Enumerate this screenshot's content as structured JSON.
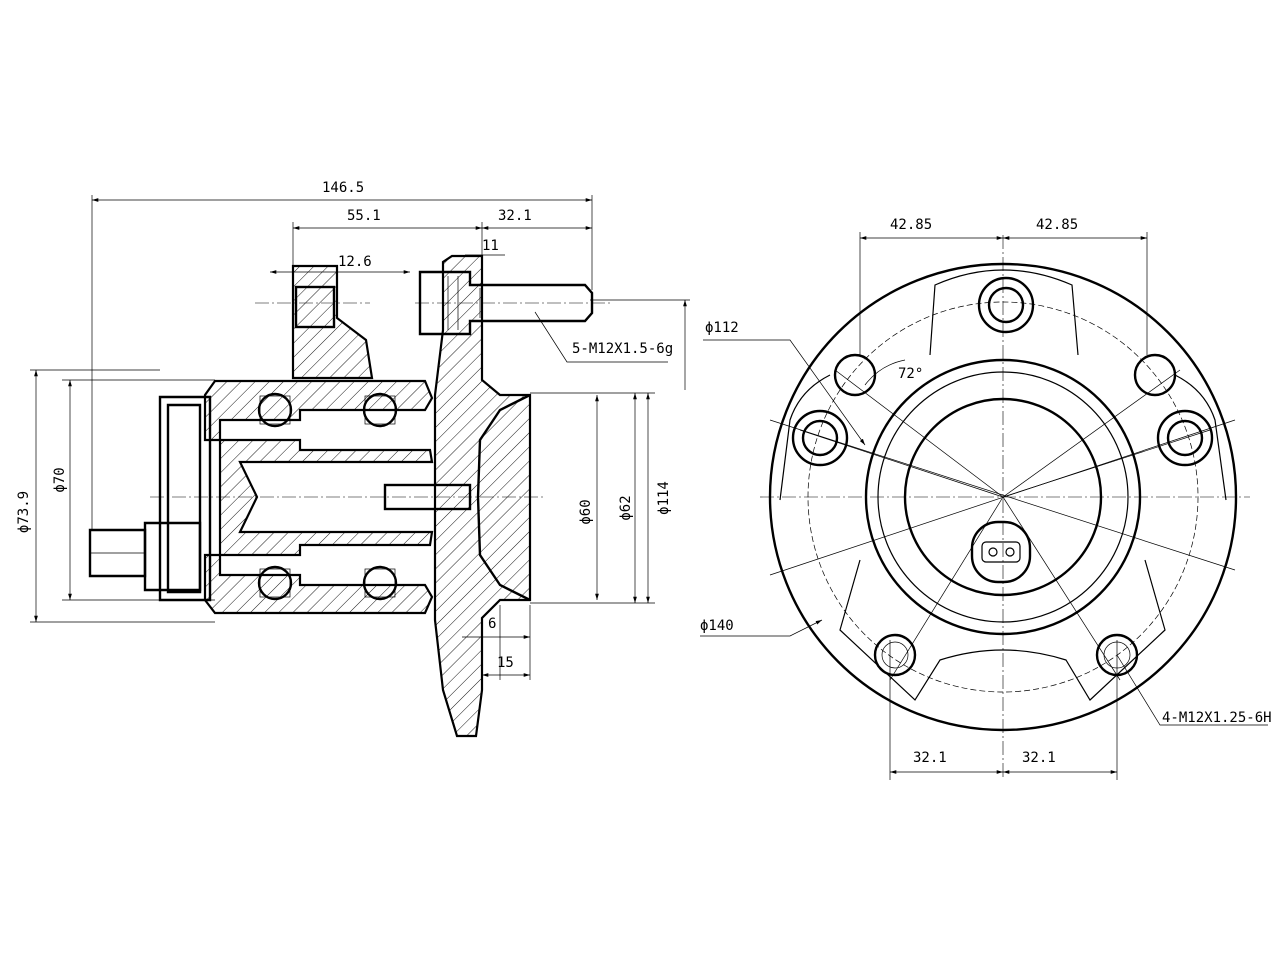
{
  "side_view": {
    "dims": {
      "overall_length": "146.5",
      "hub_to_flange": "55.1",
      "flange_to_stud": "32.1",
      "flange_thickness": "11",
      "mount_width": "12.6",
      "stud_spec": "5-M12X1.5-6g",
      "dia_112": "ϕ112",
      "dia_114": "ϕ114",
      "dia_62": "ϕ62",
      "dia_60": "ϕ60",
      "dia_70": "ϕ70",
      "dia_73_9": "ϕ73.9",
      "offset_6": "6",
      "offset_15": "15"
    }
  },
  "front_view": {
    "dims": {
      "left_top": "42.85",
      "right_top": "42.85",
      "left_bottom": "32.1",
      "right_bottom": "32.1",
      "pcd": "ϕ140",
      "angle": "72°",
      "thread_spec": "4-M12X1.25-6H"
    }
  }
}
